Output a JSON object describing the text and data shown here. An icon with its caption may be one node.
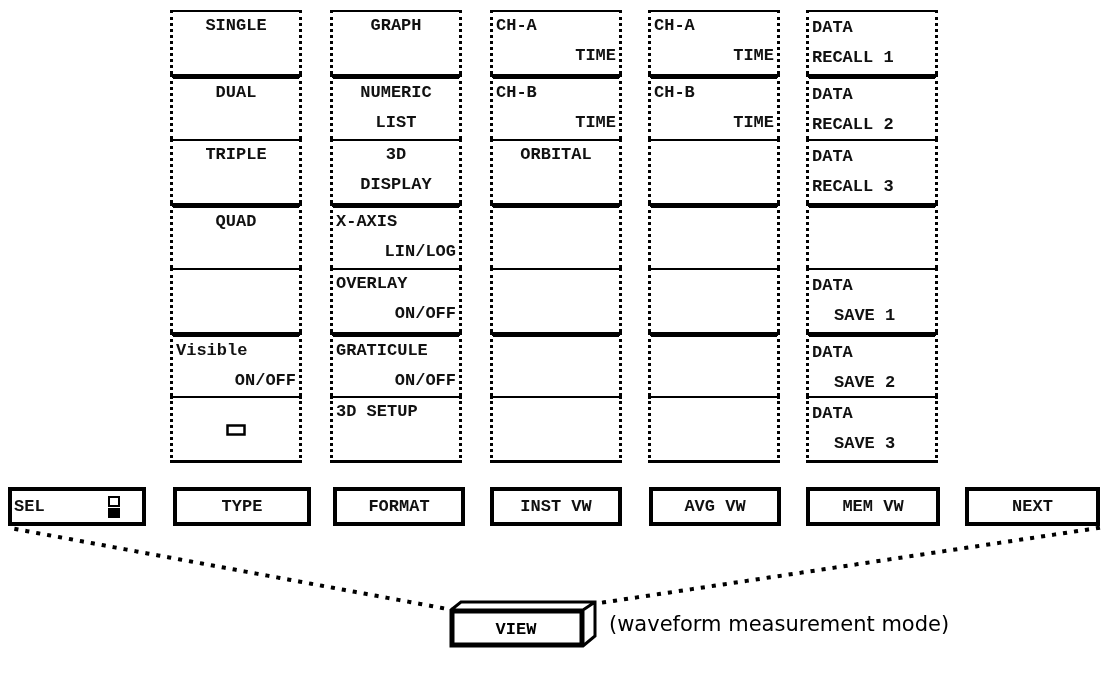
{
  "diagram": {
    "nodes": [
      {
        "text": [
          "SINGLE"
        ]
      },
      {
        "text": [
          "DUAL"
        ]
      },
      {
        "text": [
          "TRIPLE"
        ]
      },
      {
        "text": [
          "QUAD"
        ]
      },
      {
        "text": [],
        "shape": "box"
      },
      {
        "text": [
          "Visible",
          "ON/OFF"
        ]
      },
      {
        "text": [],
        "shape": "box"
      },
      {
        "text": [
          "GRAPH"
        ]
      },
      {
        "text": [
          "NUMERIC",
          "LIST"
        ]
      },
      {
        "text": [
          "3D",
          "DISPLAY"
        ]
      },
      {
        "text": [
          "X-AXIS",
          "LIN/LOG"
        ]
      },
      {
        "text": [
          "OVERLAY",
          "ON/OFF"
        ]
      },
      {
        "text": [
          "GRATICULE",
          "ON/OFF"
        ]
      },
      {
        "text": [
          "3D SETUP"
        ]
      },
      {
        "text": [
          "CH-A",
          "TIME"
        ]
      },
      {
        "text": [
          "CH-B",
          "TIME"
        ]
      },
      {
        "text": [
          "ORBITAL"
        ]
      },
      {
        "text": [],
        "shape": "box"
      },
      {
        "text": [],
        "shape": "box"
      },
      {
        "text": [],
        "shape": "box"
      },
      {
        "text": [],
        "shape": "box"
      },
      {
        "text": [
          "CH-A",
          "TIME"
        ]
      },
      {
        "text": [
          "CH-B",
          "TIME"
        ]
      },
      {
        "text": [],
        "shape": "box"
      },
      {
        "text": [],
        "shape": "box"
      },
      {
        "text": [],
        "shape": "box"
      },
      {
        "text": [],
        "shape": "box"
      },
      {
        "text": [],
        "shape": "box"
      },
      {
        "text": [
          "DATA",
          "RECALL 1"
        ]
      },
      {
        "text": [
          "DATA",
          "RECALL 2"
        ]
      },
      {
        "text": [
          "DATA",
          "RECALL 3"
        ]
      },
      {
        "text": [],
        "shape": "box"
      },
      {
        "text": [
          "DATA",
          "SAVE 1"
        ]
      },
      {
        "text": [
          "DATA",
          "SAVE 2"
        ]
      },
      {
        "text": [
          "DATA",
          "SAVE 3"
        ]
      },
      {
        "text": [
          "SEL"
        ]
      },
      {
        "text": [
          "TYPE"
        ]
      },
      {
        "text": [
          "FORMAT"
        ]
      },
      {
        "text": [
          "INST VW"
        ]
      },
      {
        "text": [
          "AVG VW"
        ]
      },
      {
        "text": [
          "MEM VW"
        ]
      },
      {
        "text": [
          "NEXT"
        ]
      },
      {
        "text": [
          "VIEW"
        ],
        "beside": [
          "(waveform measurement mode)"
        ]
      }
    ],
    "edges": [
      {
        "from": 42,
        "to": 35,
        "arrow": "none",
        "style": "dashed"
      },
      {
        "from": 42,
        "to": 41,
        "arrow": "none",
        "style": "dashed"
      }
    ]
  }
}
